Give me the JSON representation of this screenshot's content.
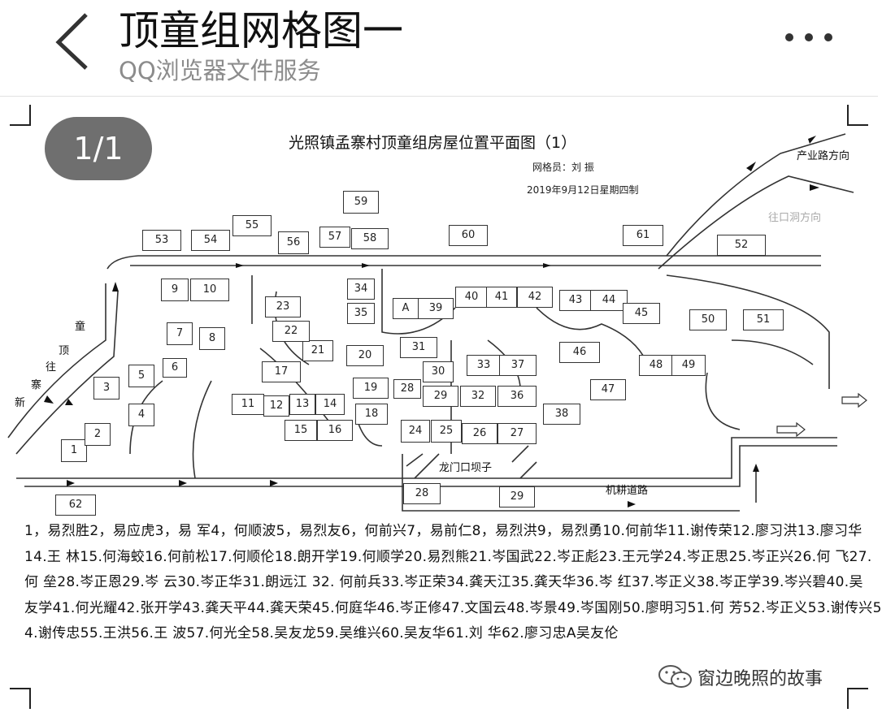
{
  "header": {
    "title": "顶童组网格图一",
    "subtitle": "QQ浏览器文件服务"
  },
  "viewer": {
    "page_indicator": "1/1"
  },
  "map": {
    "title": "光照镇孟寨村顶童组房屋位置平面图（1）",
    "grid_staff": "网格员：刘  振",
    "date": "2019年9月12日星期四制",
    "place_labels": {
      "industrial_road": "产业路方向",
      "to_area": "往口洞方向",
      "longmenkou": "龙门口坝子",
      "tractor_road": "机耕道路",
      "left_vertical": [
        "新",
        "寨",
        "往",
        "顶",
        "童"
      ]
    },
    "houses": [
      "1",
      "2",
      "3",
      "4",
      "5",
      "6",
      "7",
      "8",
      "9",
      "10",
      "11",
      "12",
      "13",
      "14",
      "15",
      "16",
      "17",
      "18",
      "19",
      "20",
      "21",
      "22",
      "23",
      "24",
      "25",
      "26",
      "27",
      "28",
      "29",
      "30",
      "31",
      "32",
      "33",
      "34",
      "35",
      "36",
      "37",
      "38",
      "39",
      "40",
      "41",
      "42",
      "43",
      "44",
      "45",
      "46",
      "47",
      "48",
      "49",
      "50",
      "51",
      "52",
      "53",
      "54",
      "55",
      "56",
      "57",
      "58",
      "59",
      "60",
      "61",
      "62",
      "A"
    ]
  },
  "legend_lines": [
    "1，易烈胜2，易应虎3，易  军4，何顺波5，易烈友6，何前兴7，易前仁8，易烈洪9，易烈勇10.何前华11.谢传荣12.廖习洪13.廖习华",
    "14.王  林15.何海蛟16.何前松17.何顺伦18.朗开学19.何顺学20.易烈熊21.岑国武22.岑正彪23.王元学24.岑正思25.岑正兴26.何  飞27.",
    "何  垒28.岑正恩29.岑  云30.岑正华31.朗远江  32.  何前兵33.岑正荣34.龚天江35.龚天华36.岑  红37.岑正义38.岑正学39.岑兴碧40.吴",
    "友学41.何光耀42.张开学43.龚天平44.龚天荣45.何庭华46.岑正修47.文国云48.岑景49.岑国刚50.廖明习51.何  芳52.岑正义53.谢传兴5",
    "4.谢传忠55.王洪56.王  波57.何光全58.吴友龙59.吴维兴60.吴友华61.刘  华62.廖习忠A吴友伦"
  ],
  "watermark": "窗边晚照的故事"
}
